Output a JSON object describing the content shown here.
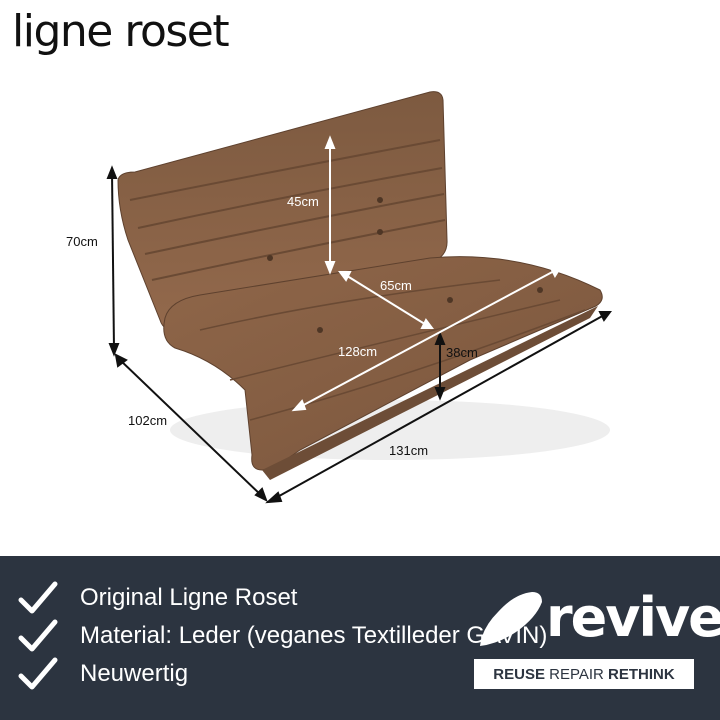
{
  "brand": {
    "title": "ligne roset"
  },
  "dimensions": {
    "height_total": "70cm",
    "backrest_height": "45cm",
    "seat_depth_inner": "65cm",
    "seat_width_inner": "128cm",
    "seat_height": "38cm",
    "depth_total": "102cm",
    "width_total": "131cm"
  },
  "colors": {
    "footer_bg": "#2c3440",
    "sofa_leather": "#8a6448",
    "text": "#111111",
    "white": "#ffffff"
  },
  "features": [
    {
      "icon": "checkmark-icon",
      "text": "Original Ligne Roset"
    },
    {
      "icon": "checkmark-icon",
      "text": "Material: Leder (veganes Textilleder GAVIN)"
    },
    {
      "icon": "checkmark-icon",
      "text": "Neuwertig"
    }
  ],
  "logo": {
    "word": "revive",
    "tagline_part1": "REUSE",
    "tagline_part2": "REPAIR",
    "tagline_part3": "RETHINK"
  }
}
